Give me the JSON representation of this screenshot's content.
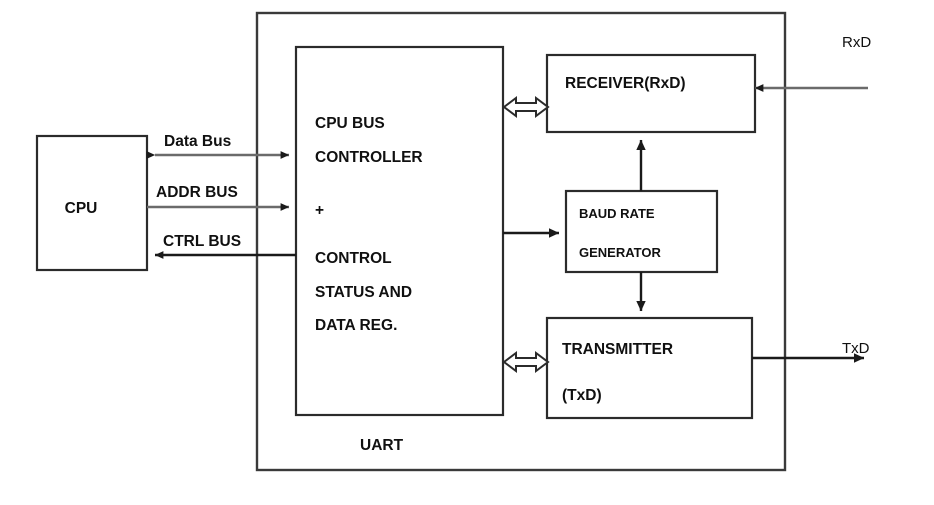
{
  "diagram": {
    "title": "UART block diagram",
    "outer_block": {
      "label": "UART"
    },
    "blocks": [
      {
        "id": "cpu",
        "label": "CPU",
        "lines": [
          "CPU"
        ]
      },
      {
        "id": "cpu-bus-controller",
        "lines": [
          "CPU BUS",
          "CONTROLLER",
          "+",
          "CONTROL",
          "STATUS AND",
          "DATA REG."
        ]
      },
      {
        "id": "receiver",
        "lines": [
          "RECEIVER(RxD)"
        ]
      },
      {
        "id": "baud-rate-generator",
        "lines": [
          "BAUD RATE",
          "GENERATOR"
        ]
      },
      {
        "id": "transmitter",
        "lines": [
          "TRANSMITTER",
          "(TxD)"
        ]
      }
    ],
    "bus_labels": [
      {
        "id": "data-bus",
        "label": "Data Bus",
        "direction": "bidirectional"
      },
      {
        "id": "addr-bus",
        "label": "ADDR BUS",
        "direction": "cpu-to-uart"
      },
      {
        "id": "ctrl-bus",
        "label": "CTRL BUS",
        "direction": "uart-to-cpu"
      }
    ],
    "signals": [
      {
        "id": "rxd",
        "label": "RxD",
        "direction": "in"
      },
      {
        "id": "txd",
        "label": "TxD",
        "direction": "out"
      }
    ],
    "text": {
      "cpu": "CPU",
      "ctrl_l1": "CPU BUS",
      "ctrl_l2": "CONTROLLER",
      "ctrl_l3": "+",
      "ctrl_l4": "CONTROL",
      "ctrl_l5": "STATUS AND",
      "ctrl_l6": "DATA REG.",
      "receiver": "RECEIVER(RxD)",
      "baud_l1": "BAUD RATE",
      "baud_l2": "GENERATOR",
      "tx_l1": "TRANSMITTER",
      "tx_l2": "(TxD)",
      "uart": "UART",
      "data_bus": "Data Bus",
      "addr_bus": "ADDR BUS",
      "ctrl_bus": "CTRL BUS",
      "rxd": "RxD",
      "txd": "TxD"
    },
    "colors": {
      "background": "#ffffff",
      "block_stroke": "#2b2b2b",
      "outer_stroke": "#3a3a3a",
      "bus_stroke": "#6b6b6b",
      "internal_stroke": "#1a1a1a",
      "text": "#101010"
    }
  }
}
